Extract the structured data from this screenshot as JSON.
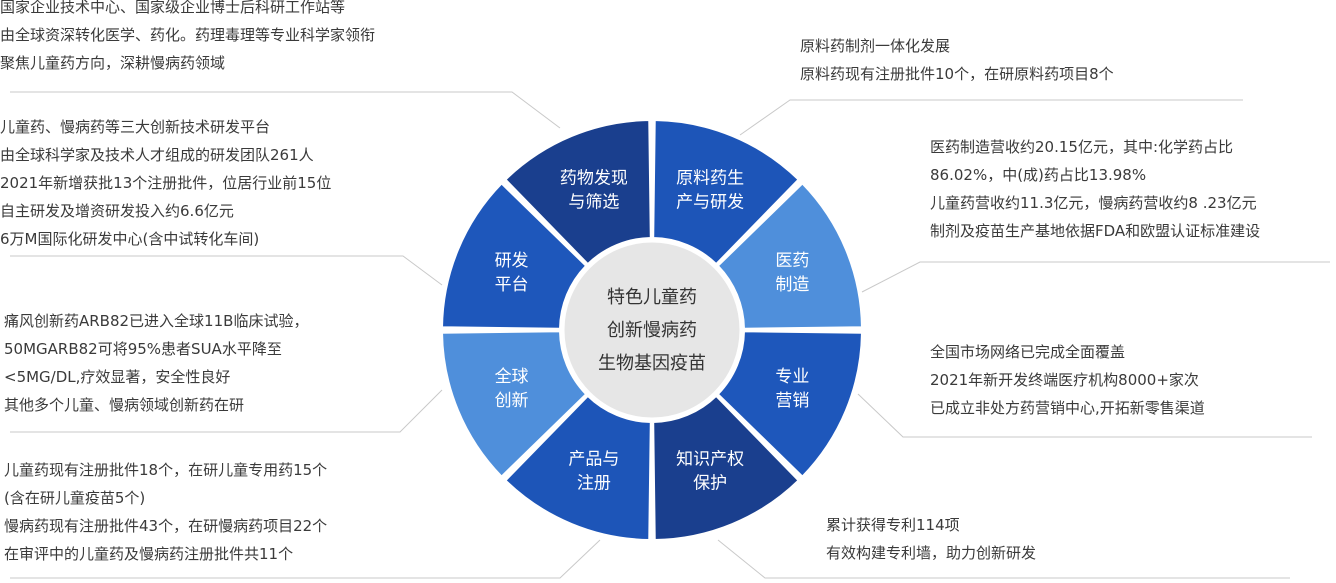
{
  "center": {
    "lines": [
      "特色儿童药",
      "创新慢病药",
      "生物基因疫苗"
    ]
  },
  "segments": [
    {
      "key": "drug-discovery",
      "lines": [
        "药物发现",
        "与筛选"
      ],
      "color": "#1a3f8e"
    },
    {
      "key": "api-production",
      "lines": [
        "原料药生",
        "产与研发"
      ],
      "color": "#1d55b8"
    },
    {
      "key": "manufacturing",
      "lines": [
        "医药",
        "制造"
      ],
      "color": "#4f8fdb"
    },
    {
      "key": "marketing",
      "lines": [
        "专业",
        "营销"
      ],
      "color": "#1e57bb"
    },
    {
      "key": "ip-protection",
      "lines": [
        "知识产权",
        "保护"
      ],
      "color": "#1a3f8e"
    },
    {
      "key": "product-registration",
      "lines": [
        "产品与",
        "注册"
      ],
      "color": "#1d55b8"
    },
    {
      "key": "global-innovation",
      "lines": [
        "全球",
        "创新"
      ],
      "color": "#4f8fdb"
    },
    {
      "key": "rd-platform",
      "lines": [
        "研发",
        "平台"
      ],
      "color": "#1e57bb"
    }
  ],
  "blocks": {
    "discovery": [
      "国家企业技术中心、国家级企业博士后科研工作站等",
      "由全球资深转化医学、药化。药理毒理等专业科学家领衔",
      "聚焦儿童药方向，深耕慢病药领域"
    ],
    "rd_platform": [
      "儿童药、慢病药等三大创新技术研发平台",
      "由全球科学家及技术人才组成的研发团队261人",
      "2021年新增获批13个注册批件，位居行业前15位",
      "自主研发及增资研发投入约6.6亿元",
      "6万M国际化研发中心(含中试转化车间)"
    ],
    "global_innovation": [
      "痛风创新药ARB82已进入全球11B临床试验，",
      "50MGARB82可将95%患者SUA水平降至",
      "<5MG/DL,疗效显著，安全性良好",
      "其他多个儿童、慢病领域创新药在研"
    ],
    "registration": [
      "儿童药现有注册批件18个，在研儿童专用药15个",
      "(含在研儿童疫苗5个)",
      "慢病药现有注册批件43个，在研慢病药项目22个",
      "在审评中的儿童药及慢病药注册批件共11个"
    ],
    "api": [
      "原料药制剂一体化发展",
      "原料药现有注册批件10个，在研原料药项目8个"
    ],
    "manufacturing": [
      "医药制造营收约20.15亿元，其中:化学药占比",
      "86.02%，中(成)药占比13.98%",
      "儿童药营收约11.3亿元，慢病药营收约8 .23亿元",
      "制剂及疫苗生产基地依据FDA和欧盟认证标准建设"
    ],
    "marketing": [
      "全国市场网络已完成全面覆盖",
      "2021年新开发终端医疗机构8000+家次",
      "已成立非处方药营销中心,开拓新零售渠道"
    ],
    "ip": [
      "累计获得专利114项",
      "有效构建专利墙，助力创新研发"
    ]
  }
}
